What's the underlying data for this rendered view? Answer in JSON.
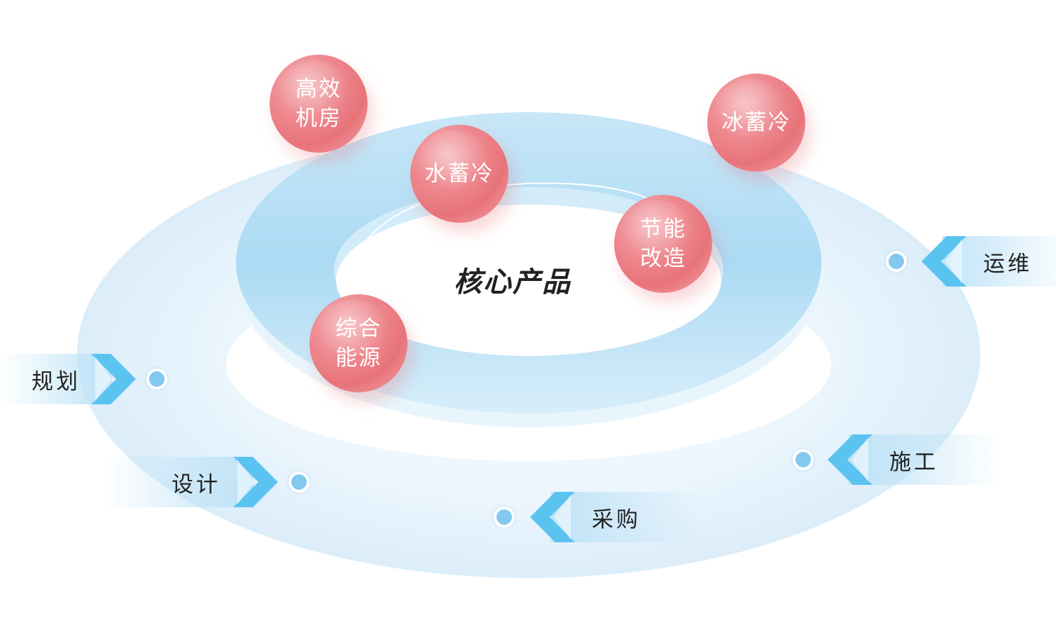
{
  "center": {
    "title": "核心产品"
  },
  "products": [
    {
      "line1": "高效",
      "line2": "机房"
    },
    {
      "line1": "水蓄冷"
    },
    {
      "line1": "冰蓄冷"
    },
    {
      "line1": "节能",
      "line2": "改造"
    },
    {
      "line1": "综合",
      "line2": "能源"
    }
  ],
  "stages": [
    {
      "label": "规划"
    },
    {
      "label": "设计"
    },
    {
      "label": "采购"
    },
    {
      "label": "施工"
    },
    {
      "label": "运维"
    }
  ],
  "colors": {
    "ring": "#b3def5",
    "outer": "#e6f3fc",
    "sphere": "#e8737a",
    "chevron": "#5bc3f0",
    "dot": "#83c8ef"
  }
}
